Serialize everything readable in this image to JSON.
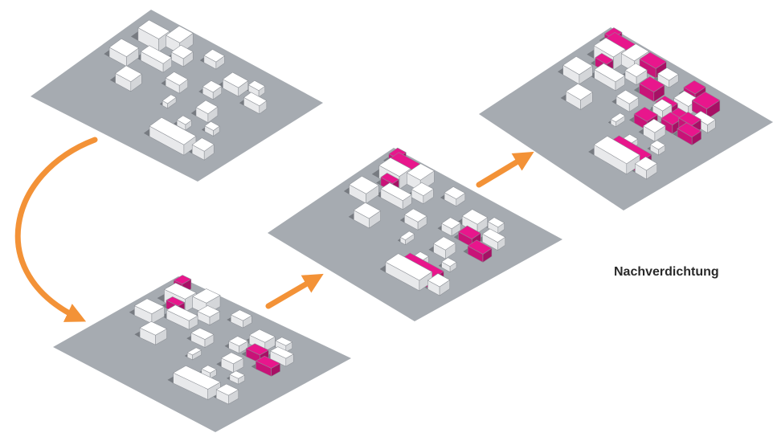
{
  "caption": "Nachverdichtung",
  "colors": {
    "ground": "#a6abb1",
    "building": "#ffffff",
    "new_building": "#e8168c",
    "arrow": "#f39237",
    "shadow": "#777b81"
  },
  "stages": [
    {
      "name": "bestand",
      "new_buildings": 0
    },
    {
      "name": "stufe-1",
      "new_buildings": 4
    },
    {
      "name": "stufe-2",
      "new_buildings": 2
    },
    {
      "name": "stufe-3",
      "new_buildings": 8
    }
  ]
}
